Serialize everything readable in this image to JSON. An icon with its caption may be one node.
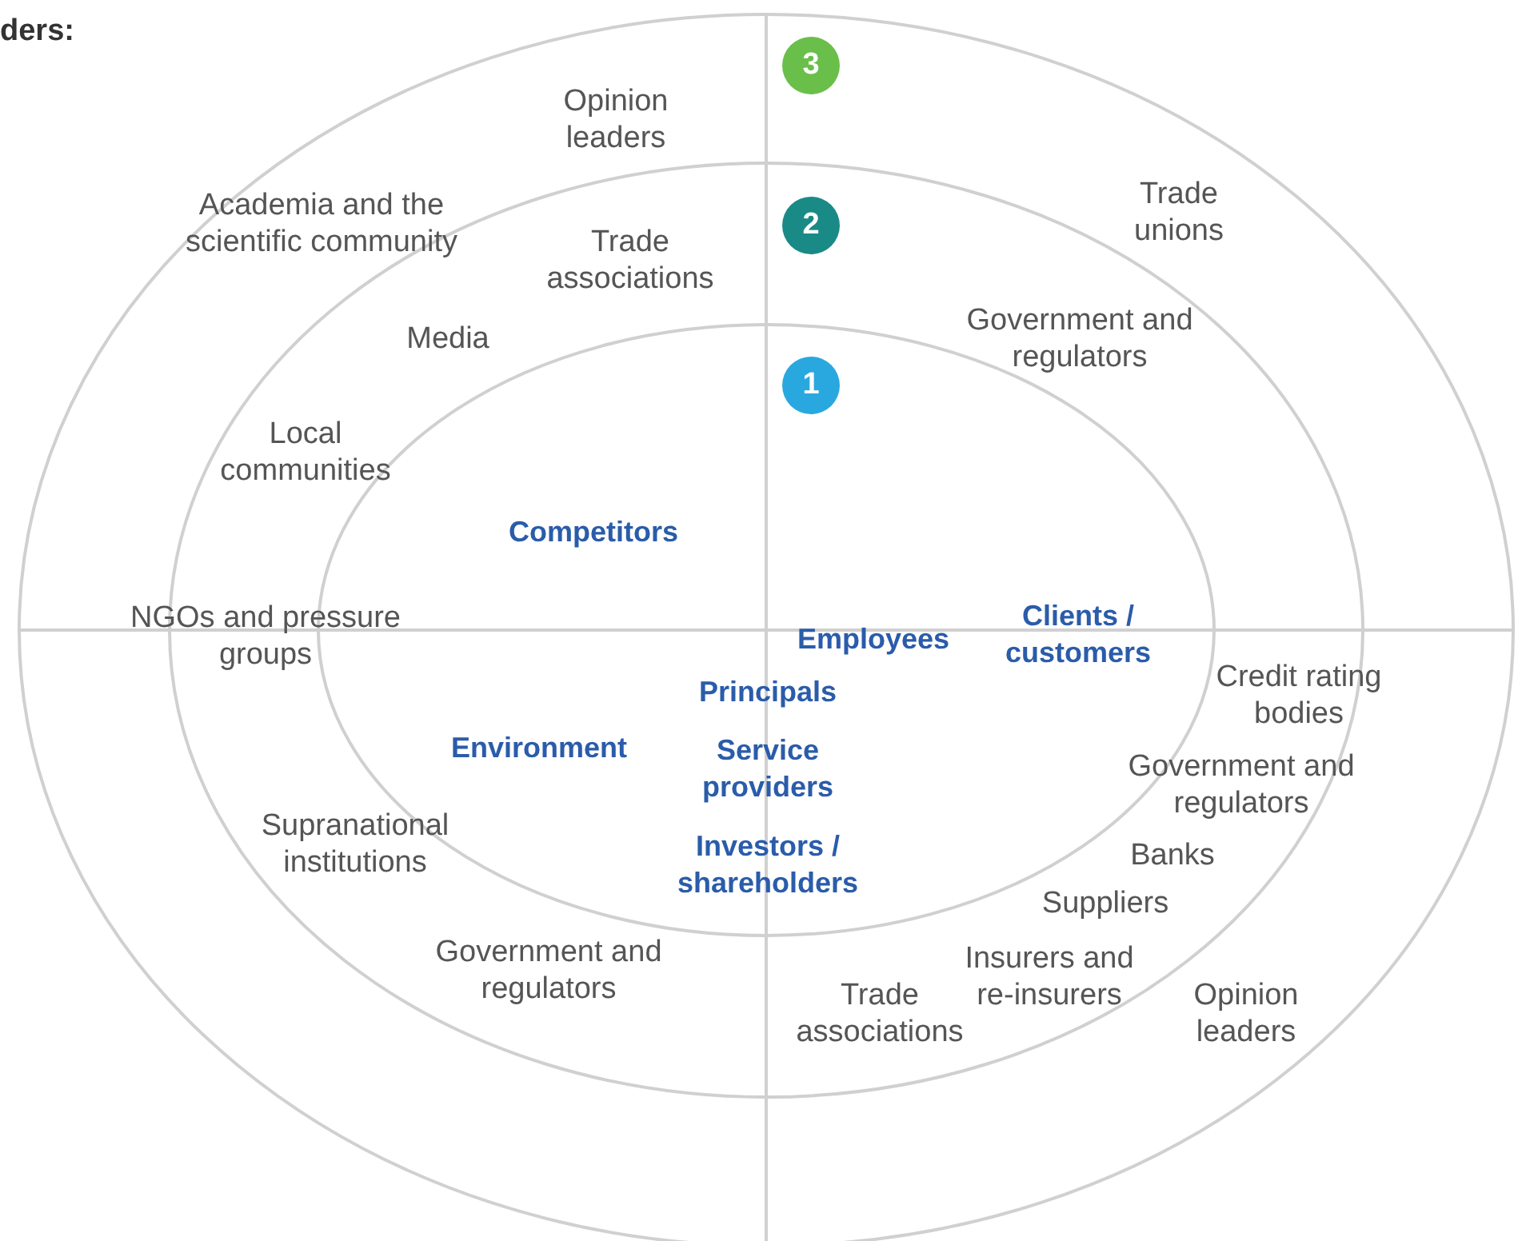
{
  "diagram": {
    "nodes": [
      {
        "text": [
          "3"
        ]
      },
      {
        "text": [
          "2"
        ]
      },
      {
        "text": [
          "1"
        ]
      }
    ],
    "labels": [
      "ders:",
      "Opinion leaders",
      "Academia and the scientific community",
      "Trade associations",
      "Trade unions",
      "Media",
      "Government and regulators",
      "Local communities",
      "Competitors",
      "NGOs and pressure groups",
      "Clients / customers",
      "Employees",
      "Credit rating bodies",
      "Principals",
      "Environment",
      "Service providers",
      "Government and regulators",
      "Supranational institutions",
      "Banks",
      "Investors / shareholders",
      "Suppliers",
      "Government and regulators",
      "Trade associations",
      "Insurers and re-insurers",
      "Opinion leaders"
    ]
  }
}
